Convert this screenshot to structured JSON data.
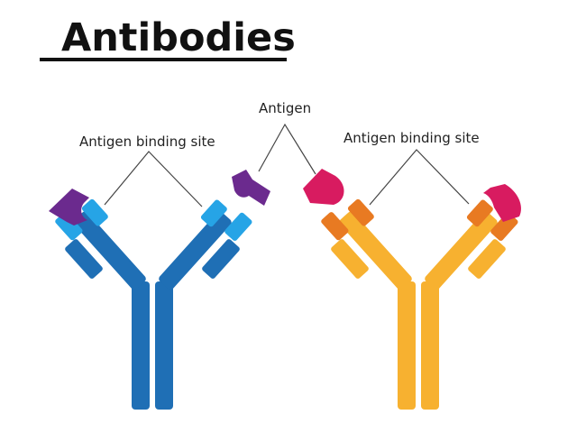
{
  "title": "Antibodies",
  "labels": {
    "binding_site_left": "Antigen binding site",
    "antigen": "Antigen",
    "binding_site_right": "Antigen binding site"
  },
  "colors": {
    "blue_heavy": "#1f6fb5",
    "blue_light": "#26a4e6",
    "orange_heavy": "#f7b130",
    "orange_light": "#e87a22",
    "purple_antigen": "#6b2a8e",
    "magenta_antigen": "#d81b60",
    "pointer_line": "#444444",
    "title": "#111111"
  }
}
